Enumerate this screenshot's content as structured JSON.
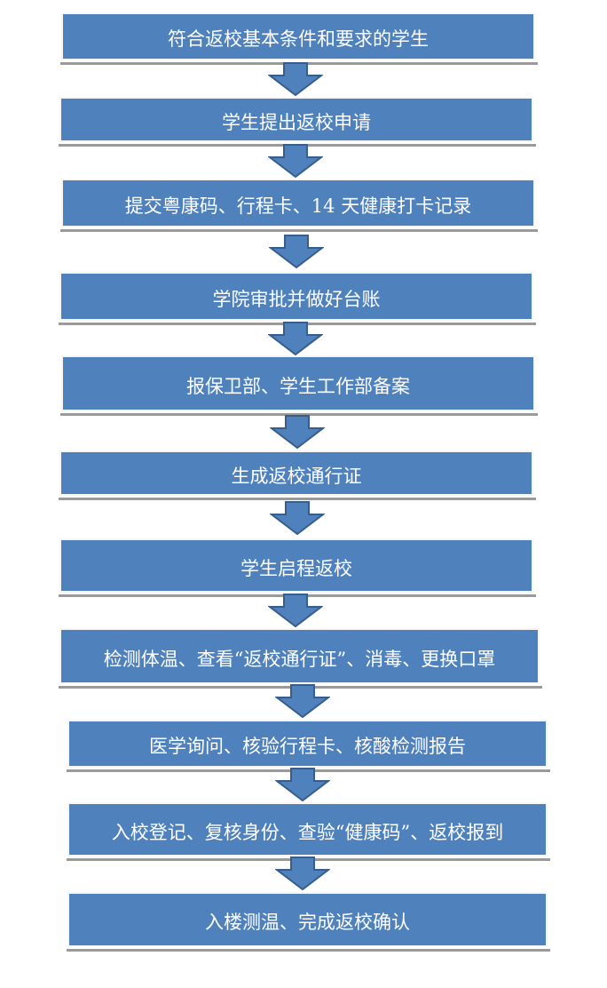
{
  "flowchart": {
    "colors": {
      "box_fill": "#4f81bd",
      "arrow_fill": "#4f81bd",
      "arrow_stroke": "#385d8a",
      "text": "#ffffff",
      "shadow": "#9a9a9a"
    },
    "steps": [
      {
        "label": "符合返校基本条件和要求的学生"
      },
      {
        "label": "学生提出返校申请"
      },
      {
        "label": "提交粤康码、行程卡、14 天健康打卡记录"
      },
      {
        "label": "学院审批并做好台账"
      },
      {
        "label": "报保卫部、学生工作部备案"
      },
      {
        "label": "生成返校通行证"
      },
      {
        "label": "学生启程返校"
      },
      {
        "label": "检测体温、查看“返校通行证”、消毒、更换口罩"
      },
      {
        "label": "医学询问、核验行程卡、核酸检测报告"
      },
      {
        "label": "入校登记、复核身份、查验“健康码”、返校报到"
      },
      {
        "label": "入楼测温、完成返校确认"
      }
    ],
    "connectors": [
      {
        "from": 0,
        "to": 1,
        "icon": "down-arrow-icon"
      },
      {
        "from": 1,
        "to": 2,
        "icon": "down-arrow-icon"
      },
      {
        "from": 2,
        "to": 3,
        "icon": "down-arrow-icon"
      },
      {
        "from": 3,
        "to": 4,
        "icon": "down-arrow-icon"
      },
      {
        "from": 4,
        "to": 5,
        "icon": "down-arrow-icon"
      },
      {
        "from": 5,
        "to": 6,
        "icon": "down-arrow-icon"
      },
      {
        "from": 6,
        "to": 7,
        "icon": "down-arrow-icon"
      },
      {
        "from": 7,
        "to": 8,
        "icon": "down-arrow-icon"
      },
      {
        "from": 8,
        "to": 9,
        "icon": "down-arrow-icon"
      },
      {
        "from": 9,
        "to": 10,
        "icon": "down-arrow-icon"
      }
    ]
  }
}
